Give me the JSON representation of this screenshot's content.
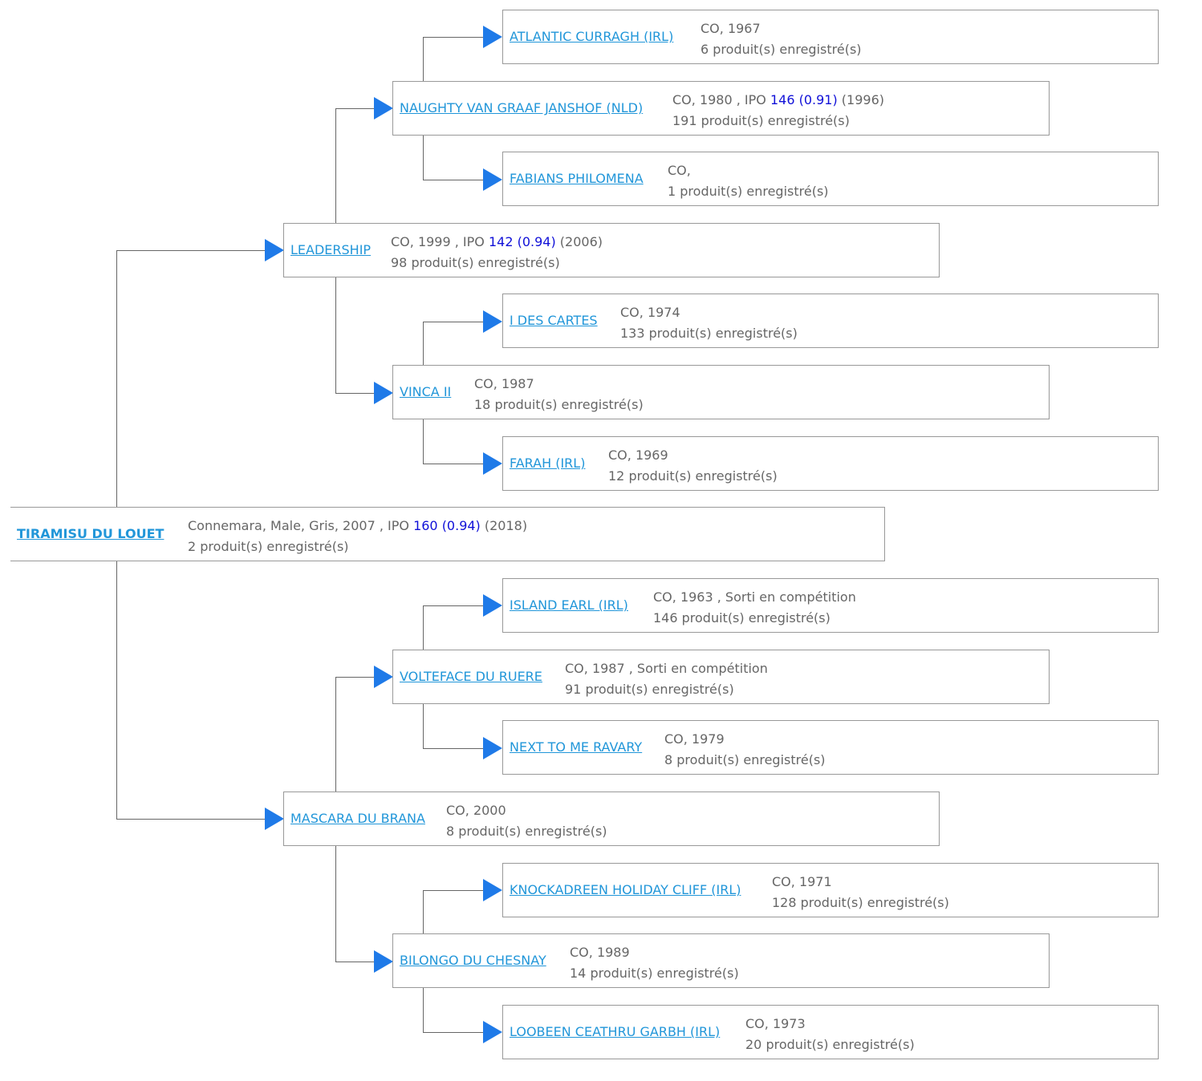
{
  "pedigree": {
    "root": {
      "name": "TIRAMISU DU LOUET",
      "desc_before": "Connemara, Male, Gris, 2007 , IPO ",
      "ipo": "160 (0.94)",
      "desc_after": " (2018)",
      "products": "2 produit(s) enregistré(s)"
    },
    "sire": {
      "name": "LEADERSHIP",
      "desc_before": "CO, 1999 , IPO ",
      "ipo": "142 (0.94)",
      "desc_after": " (2006)",
      "products": "98 produit(s) enregistré(s)"
    },
    "sire_sire": {
      "name": "NAUGHTY VAN GRAAF JANSHOF (NLD)",
      "desc_before": "CO, 1980 , IPO ",
      "ipo": "146 (0.91)",
      "desc_after": " (1996)",
      "products": "191 produit(s) enregistré(s)"
    },
    "sire_sire_sire": {
      "name": "ATLANTIC CURRAGH (IRL)",
      "desc": "CO, 1967",
      "products": "6 produit(s) enregistré(s)"
    },
    "sire_sire_dam": {
      "name": "FABIANS PHILOMENA",
      "desc": "CO,",
      "products": "1 produit(s) enregistré(s)"
    },
    "sire_dam": {
      "name": "VINCA II",
      "desc": "CO, 1987",
      "products": "18 produit(s) enregistré(s)"
    },
    "sire_dam_sire": {
      "name": "I DES CARTES",
      "desc": "CO, 1974",
      "products": "133 produit(s) enregistré(s)"
    },
    "sire_dam_dam": {
      "name": "FARAH (IRL)",
      "desc": "CO, 1969",
      "products": "12 produit(s) enregistré(s)"
    },
    "dam": {
      "name": "MASCARA DU BRANA",
      "desc": "CO, 2000",
      "products": "8 produit(s) enregistré(s)"
    },
    "dam_sire": {
      "name": "VOLTEFACE DU RUERE",
      "desc": "CO, 1987 , Sorti en compétition",
      "products": "91 produit(s) enregistré(s)"
    },
    "dam_sire_sire": {
      "name": "ISLAND EARL (IRL)",
      "desc": "CO, 1963 , Sorti en compétition",
      "products": "146 produit(s) enregistré(s)"
    },
    "dam_sire_dam": {
      "name": "NEXT TO ME RAVARY",
      "desc": "CO, 1979",
      "products": "8 produit(s) enregistré(s)"
    },
    "dam_dam": {
      "name": "BILONGO DU CHESNAY",
      "desc": "CO, 1989",
      "products": "14 produit(s) enregistré(s)"
    },
    "dam_dam_sire": {
      "name": "KNOCKADREEN HOLIDAY CLIFF (IRL)",
      "desc": "CO, 1971",
      "products": "128 produit(s) enregistré(s)"
    },
    "dam_dam_dam": {
      "name": "LOOBEEN CEATHRU GARBH (IRL)",
      "desc": "CO, 1973",
      "products": "20 produit(s) enregistré(s)"
    }
  },
  "colors": {
    "link": "#2196d9",
    "ipo": "#1010d8",
    "arrow": "#1f7ae8",
    "border": "#999999",
    "text": "#666666"
  }
}
